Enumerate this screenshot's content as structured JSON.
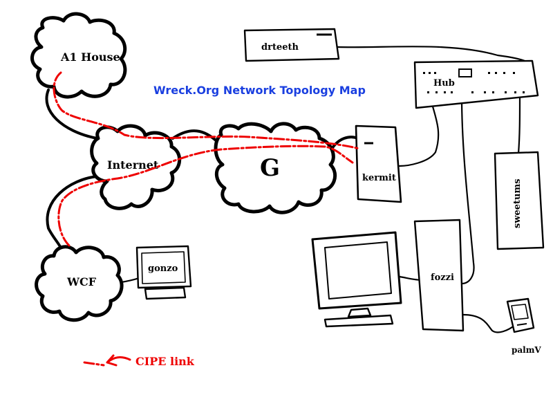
{
  "title": "Wreck.Org Network Topology Map",
  "nodes": {
    "a1_house": "A1 House",
    "internet": "Internet",
    "wcf": "WCF",
    "gateway": "G",
    "drteeth": "drteeth",
    "hub": "Hub",
    "kermit": "kermit",
    "sweetums": "sweetums",
    "gonzo": "gonzo",
    "fozzi": "fozzi",
    "palmv": "palmV"
  },
  "legend": {
    "cipe_label": "CIPE link"
  },
  "colors": {
    "title": "#1a3fe0",
    "cipe": "#ee0000",
    "ink": "#000000"
  }
}
